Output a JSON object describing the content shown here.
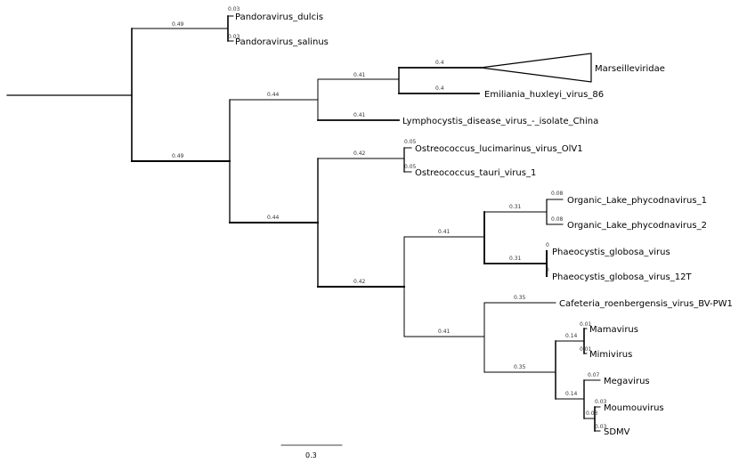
{
  "tree": {
    "leaves": {
      "pandoravirus_dulcis": "Pandoravirus_dulcis",
      "pandoravirus_salinus": "Pandoravirus_salinus",
      "marseilleviridae": "Marseilleviridae",
      "emiliania_huxleyi_virus_86": "Emiliania_huxleyi_virus_86",
      "lymphocystis": "Lymphocystis_disease_virus_-_isolate_China",
      "ostreococcus_lucimarinus": "Ostreococcus_lucimarinus_virus_OlV1",
      "ostreococcus_tauri": "Ostreococcus_tauri_virus_1",
      "organic_lake_1": "Organic_Lake_phycodnavirus_1",
      "organic_lake_2": "Organic_Lake_phycodnavirus_2",
      "phaeocystis_globosa": "Phaeocystis_globosa_virus",
      "phaeocystis_globosa_12t": "Phaeocystis_globosa_virus_12T",
      "cafeteria": "Cafeteria_roenbergensis_virus_BV-PW1",
      "mamavirus": "Mamavirus",
      "mimivirus": "Mimivirus",
      "megavirus": "Megavirus",
      "moumouvirus": "Moumouvirus",
      "sdmv": "SDMV"
    },
    "branch_lengths": {
      "pandora_clade": "0.49",
      "pandora_dulcis": "0.03",
      "pandora_salinus": "0.03",
      "ingroup": "0.49",
      "clade_a": "0.44",
      "clade_a1": "0.41",
      "marseille": "0.4",
      "emiliania": "0.4",
      "lymphocystis": "0.41",
      "clade_b": "0.44",
      "ostreo_clade": "0.42",
      "ostreo_luci": "0.05",
      "ostreo_tauri": "0.05",
      "clade_c": "0.42",
      "clade_c1": "0.41",
      "organic_clade": "0.31",
      "organic_1": "0.08",
      "organic_2": "0.08",
      "phaeo_clade": "0.31",
      "phaeo_1": "0",
      "phaeo_2": "0",
      "clade_c2": "0.41",
      "cafeteria": "0.35",
      "mimi_clade": "0.35",
      "mamamimi": "0.14",
      "mama": "0.01",
      "mimi": "0.01",
      "mega_clade": "0.14",
      "mega": "0.07",
      "moumou_clade": "0.03",
      "moumou": "0.03",
      "sdmv": "0.03"
    },
    "scale_bar": "0.3"
  }
}
